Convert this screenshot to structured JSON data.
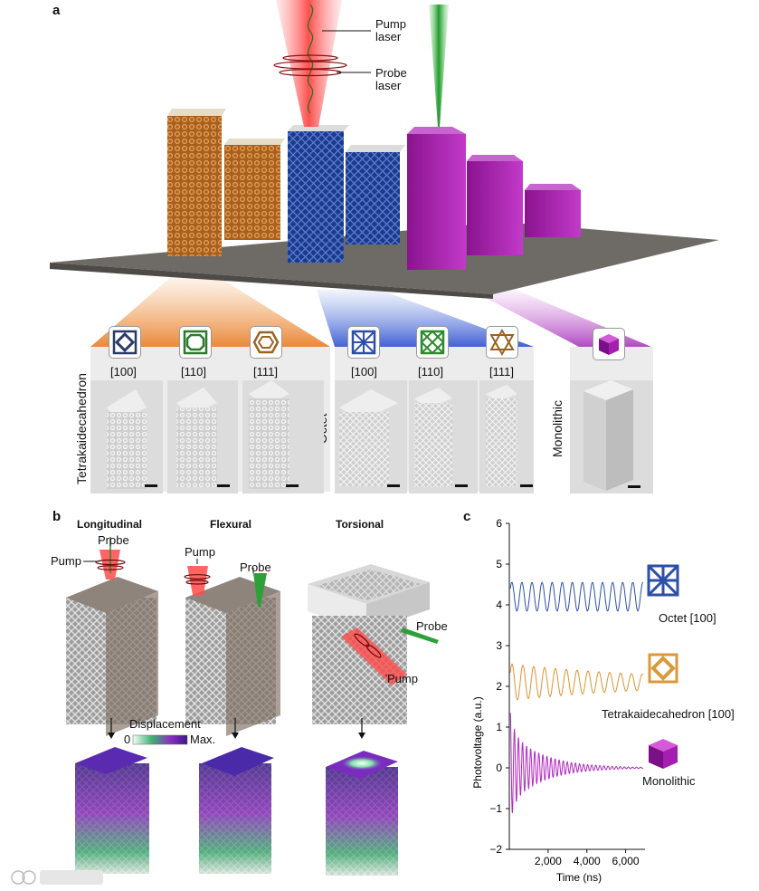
{
  "panels": {
    "a": "a",
    "b": "b",
    "c": "c"
  },
  "panel_a": {
    "pump_label": "Pump laser",
    "pump_line1": "Pump",
    "pump_line2": "laser",
    "probe_line1": "Probe",
    "probe_line2": "laser",
    "groups": {
      "tetra": {
        "name": "Tetrakaidecahedron",
        "indices": [
          "[100]",
          "[110]",
          "[111]"
        ]
      },
      "octet": {
        "name": "Octet",
        "indices": [
          "[100]",
          "[110]",
          "[111]"
        ]
      },
      "mono": {
        "name": "Monolithic"
      }
    },
    "colors": {
      "tetra": "#c87a2a",
      "octet": "#2d4fa8",
      "mono": "#9b1fa8",
      "pump": "#e8312b",
      "probe": "#2d9a3a"
    }
  },
  "panel_b": {
    "modes": [
      "Longitudinal",
      "Flexural",
      "Torsional"
    ],
    "pump": "Pump",
    "probe": "Probe",
    "displacement": "Displacement",
    "scale_min": "0",
    "scale_max": "Max."
  },
  "chart_data": {
    "type": "line",
    "ylabel": "Photovoltage (a.u.)",
    "xlabel": "Time (ns)",
    "xlim": [
      0,
      7000
    ],
    "ylim": [
      -2,
      6
    ],
    "xticks": [
      "2,000",
      "4,000",
      "6,000"
    ],
    "yticks": [
      "6",
      "5",
      "4",
      "3",
      "2",
      "1",
      "0",
      "−1",
      "−2"
    ],
    "series": [
      {
        "name": "Octet [100]",
        "color": "#2d4fa8",
        "offset": 4.2,
        "amplitude": 0.35,
        "period_ns": 520,
        "decay": 0.0
      },
      {
        "name": "Tetrakaidecahedron [100]",
        "color": "#e0922f",
        "offset": 2.1,
        "amplitude": 0.45,
        "period_ns": 560,
        "decay": 0.00012
      },
      {
        "name": "Monolithic",
        "color": "#b227c0",
        "offset": 0.0,
        "amplitude": 0.9,
        "period_ns": 210,
        "decay": 0.0006
      }
    ]
  }
}
